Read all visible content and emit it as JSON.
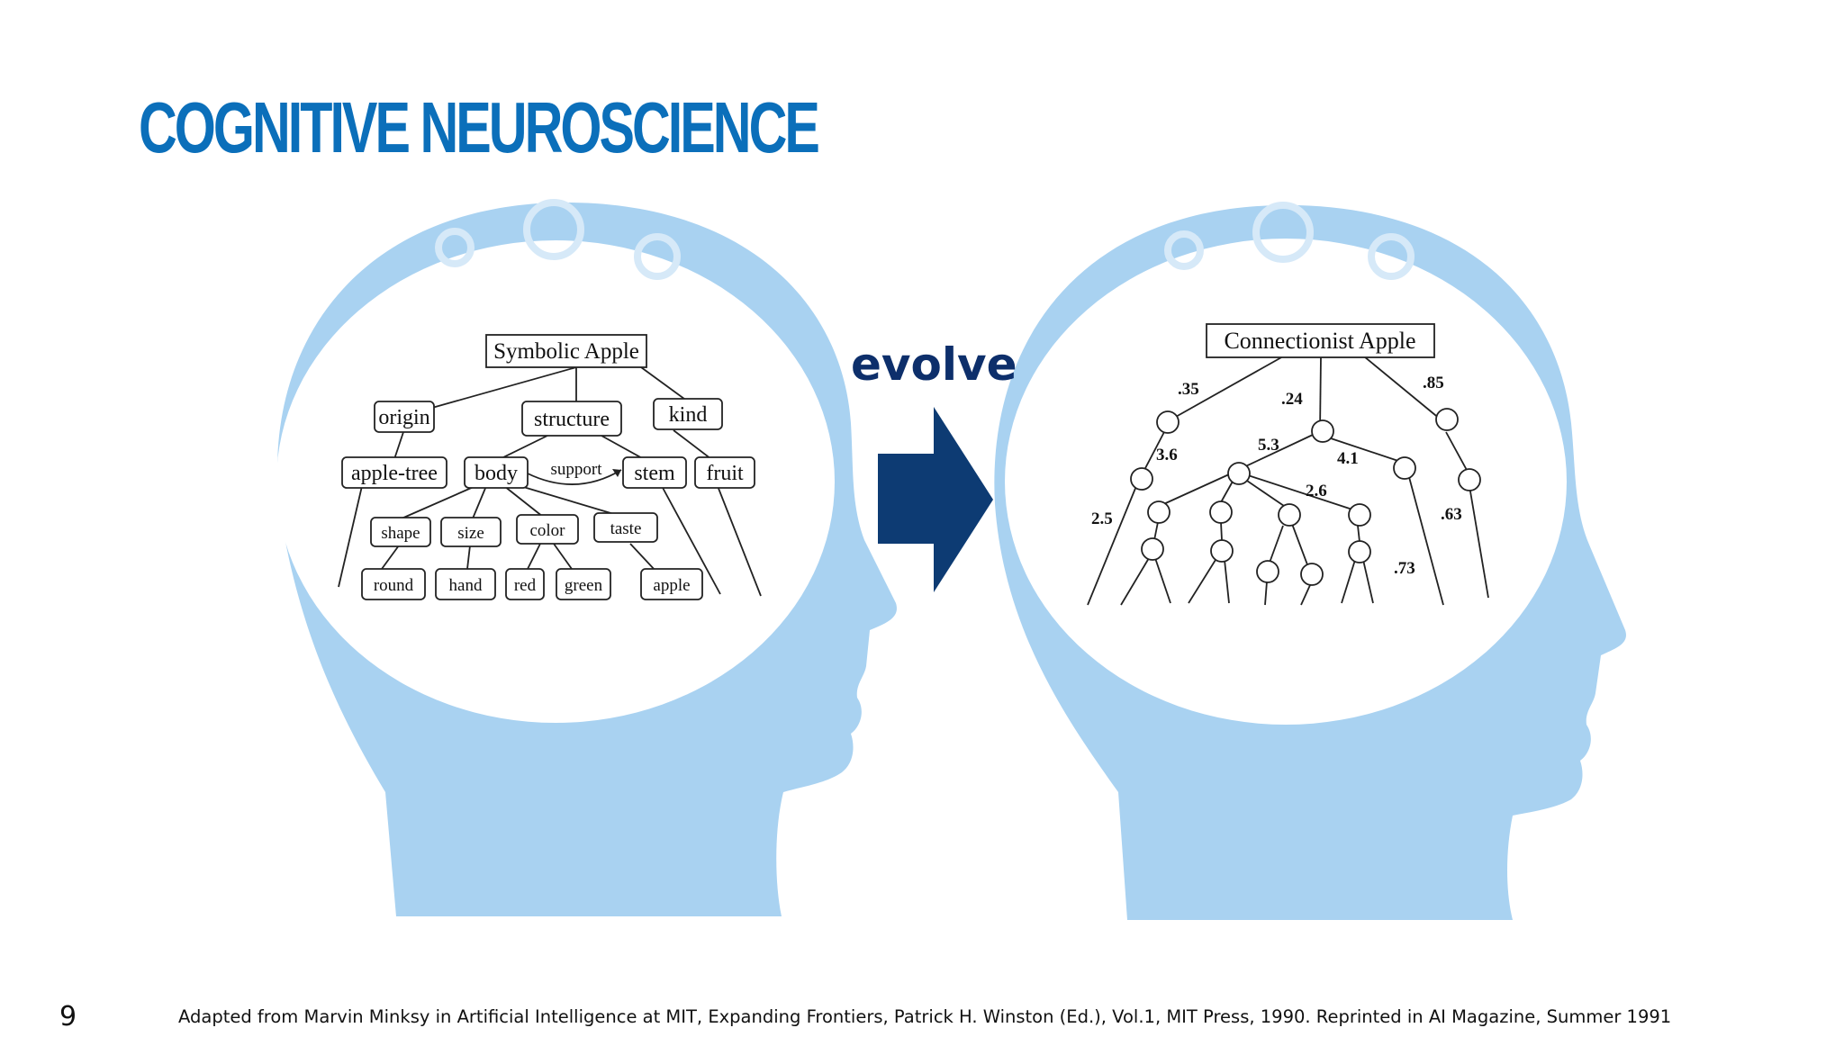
{
  "slide": {
    "title": "COGNITIVE NEUROSCIENCE",
    "page_number": "9",
    "footnote": "Adapted from Marvin Minksy in Artificial Intelligence at MIT, Expanding Frontiers, Patrick H. Winston (Ed.), Vol.1, MIT Press, 1990. Reprinted in AI Magazine, Summer 1991",
    "evolve_label": "evolve"
  },
  "colors": {
    "title": "#0b6fba",
    "head_fill": "#a9d2f1",
    "arrow": "#0d3b73",
    "evolve": "#0d2f6b"
  },
  "symbolic": {
    "root": "Symbolic Apple",
    "origin": "origin",
    "structure": "structure",
    "kind": "kind",
    "apple_tree": "apple-tree",
    "body": "body",
    "support": "support",
    "stem": "stem",
    "fruit": "fruit",
    "shape": "shape",
    "size": "size",
    "color": "color",
    "taste": "taste",
    "round": "round",
    "hand": "hand",
    "red": "red",
    "green": "green",
    "apple": "apple"
  },
  "connectionist": {
    "root": "Connectionist Apple",
    "weights": {
      "w35": ".35",
      "w24": ".24",
      "w85": ".85",
      "w36": "3.6",
      "w53": "5.3",
      "w41": "4.1",
      "w26": "2.6",
      "w25": "2.5",
      "w63": ".63",
      "w73": ".73"
    }
  }
}
